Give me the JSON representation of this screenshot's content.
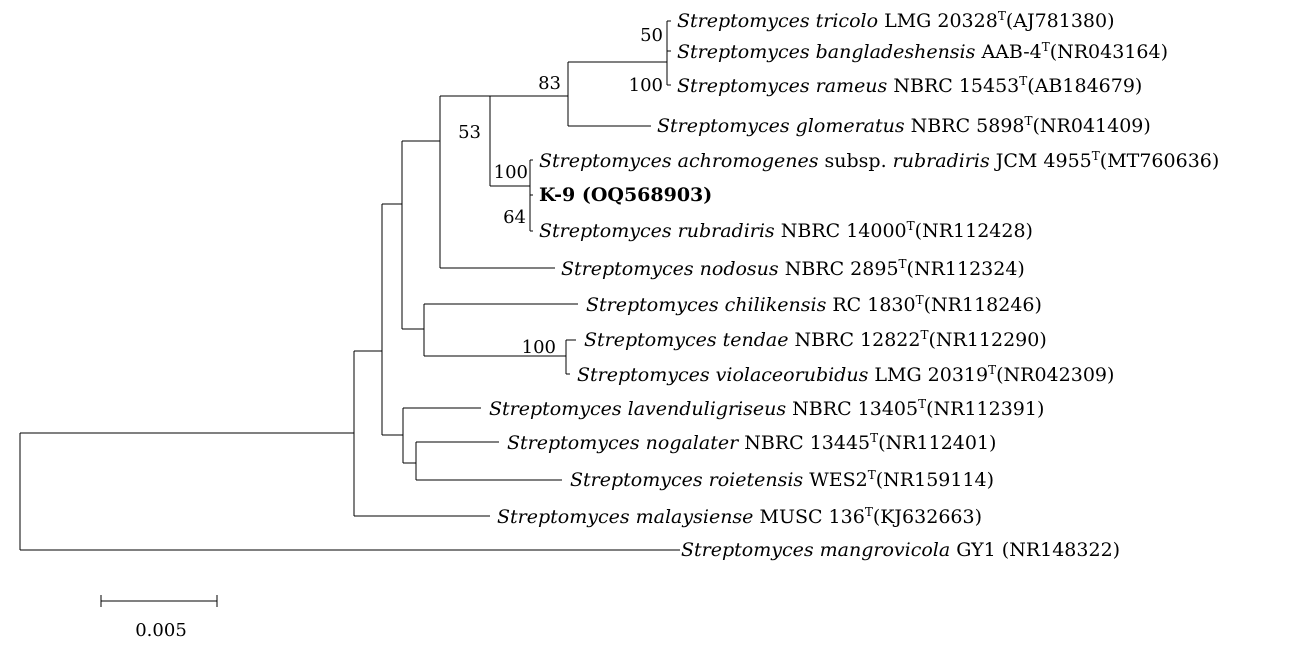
{
  "tree": {
    "leaves": [
      {
        "id": "tricolo",
        "species": "Streptomyces tricolo",
        "strain": "LMG 20328",
        "type_strain": true,
        "accession": "(AJ781380)"
      },
      {
        "id": "bangladeshensis",
        "species": "Streptomyces bangladeshensis",
        "strain": "AAB-4",
        "type_strain": true,
        "accession": "(NR043164)"
      },
      {
        "id": "rameus",
        "species": "Streptomyces rameus",
        "strain": "NBRC 15453",
        "type_strain": true,
        "accession": "(AB184679)"
      },
      {
        "id": "glomeratus",
        "species": "Streptomyces glomeratus",
        "strain": "NBRC 5898",
        "type_strain": true,
        "accession": "(NR041409)"
      },
      {
        "id": "achromogenes",
        "species": "Streptomyces achromogenes",
        "infra": "subsp.",
        "subspecies": "rubradiris",
        "strain": "JCM 4955",
        "type_strain": true,
        "accession": "(MT760636)"
      },
      {
        "id": "k9",
        "label": "K-9 (OQ568903)",
        "bold": true
      },
      {
        "id": "rubradiris",
        "species": "Streptomyces rubradiris",
        "strain": "NBRC 14000",
        "type_strain": true,
        "accession": "(NR112428)"
      },
      {
        "id": "nodosus",
        "species": "Streptomyces nodosus",
        "strain": "NBRC 2895",
        "type_strain": true,
        "accession": "(NR112324)"
      },
      {
        "id": "chilikensis",
        "species": "Streptomyces chilikensis",
        "strain": "RC 1830",
        "type_strain": true,
        "accession": "(NR118246)"
      },
      {
        "id": "tendae",
        "species": "Streptomyces tendae",
        "strain": "NBRC 12822",
        "type_strain": true,
        "accession": "(NR112290)"
      },
      {
        "id": "violaceorubidus",
        "species": "Streptomyces violaceorubidus",
        "strain": "LMG 20319",
        "type_strain": true,
        "accession": "(NR042309)"
      },
      {
        "id": "lavenduligriseus",
        "species": "Streptomyces lavenduligriseus",
        "strain": "NBRC 13405",
        "type_strain": true,
        "accession": "(NR112391)"
      },
      {
        "id": "nogalater",
        "species": "Streptomyces nogalater",
        "strain": "NBRC 13445",
        "type_strain": true,
        "accession": "(NR112401)"
      },
      {
        "id": "roietensis",
        "species": "Streptomyces roietensis",
        "strain": "WES2",
        "type_strain": true,
        "accession": "(NR159114)"
      },
      {
        "id": "malaysiense",
        "species": "Streptomyces malaysiense",
        "strain": "MUSC 136",
        "type_strain": true,
        "accession": "(KJ632663)"
      },
      {
        "id": "mangrovicola",
        "species": "Streptomyces mangrovicola",
        "strain": "GY1",
        "type_strain": false,
        "accession": "(NR148322)"
      }
    ],
    "type_strain_mark": "T",
    "bootstrap_values": [
      "50",
      "100",
      "83",
      "53",
      "100",
      "64",
      "100"
    ],
    "scale_bar": {
      "label": "0.005",
      "value": 0.005
    }
  }
}
